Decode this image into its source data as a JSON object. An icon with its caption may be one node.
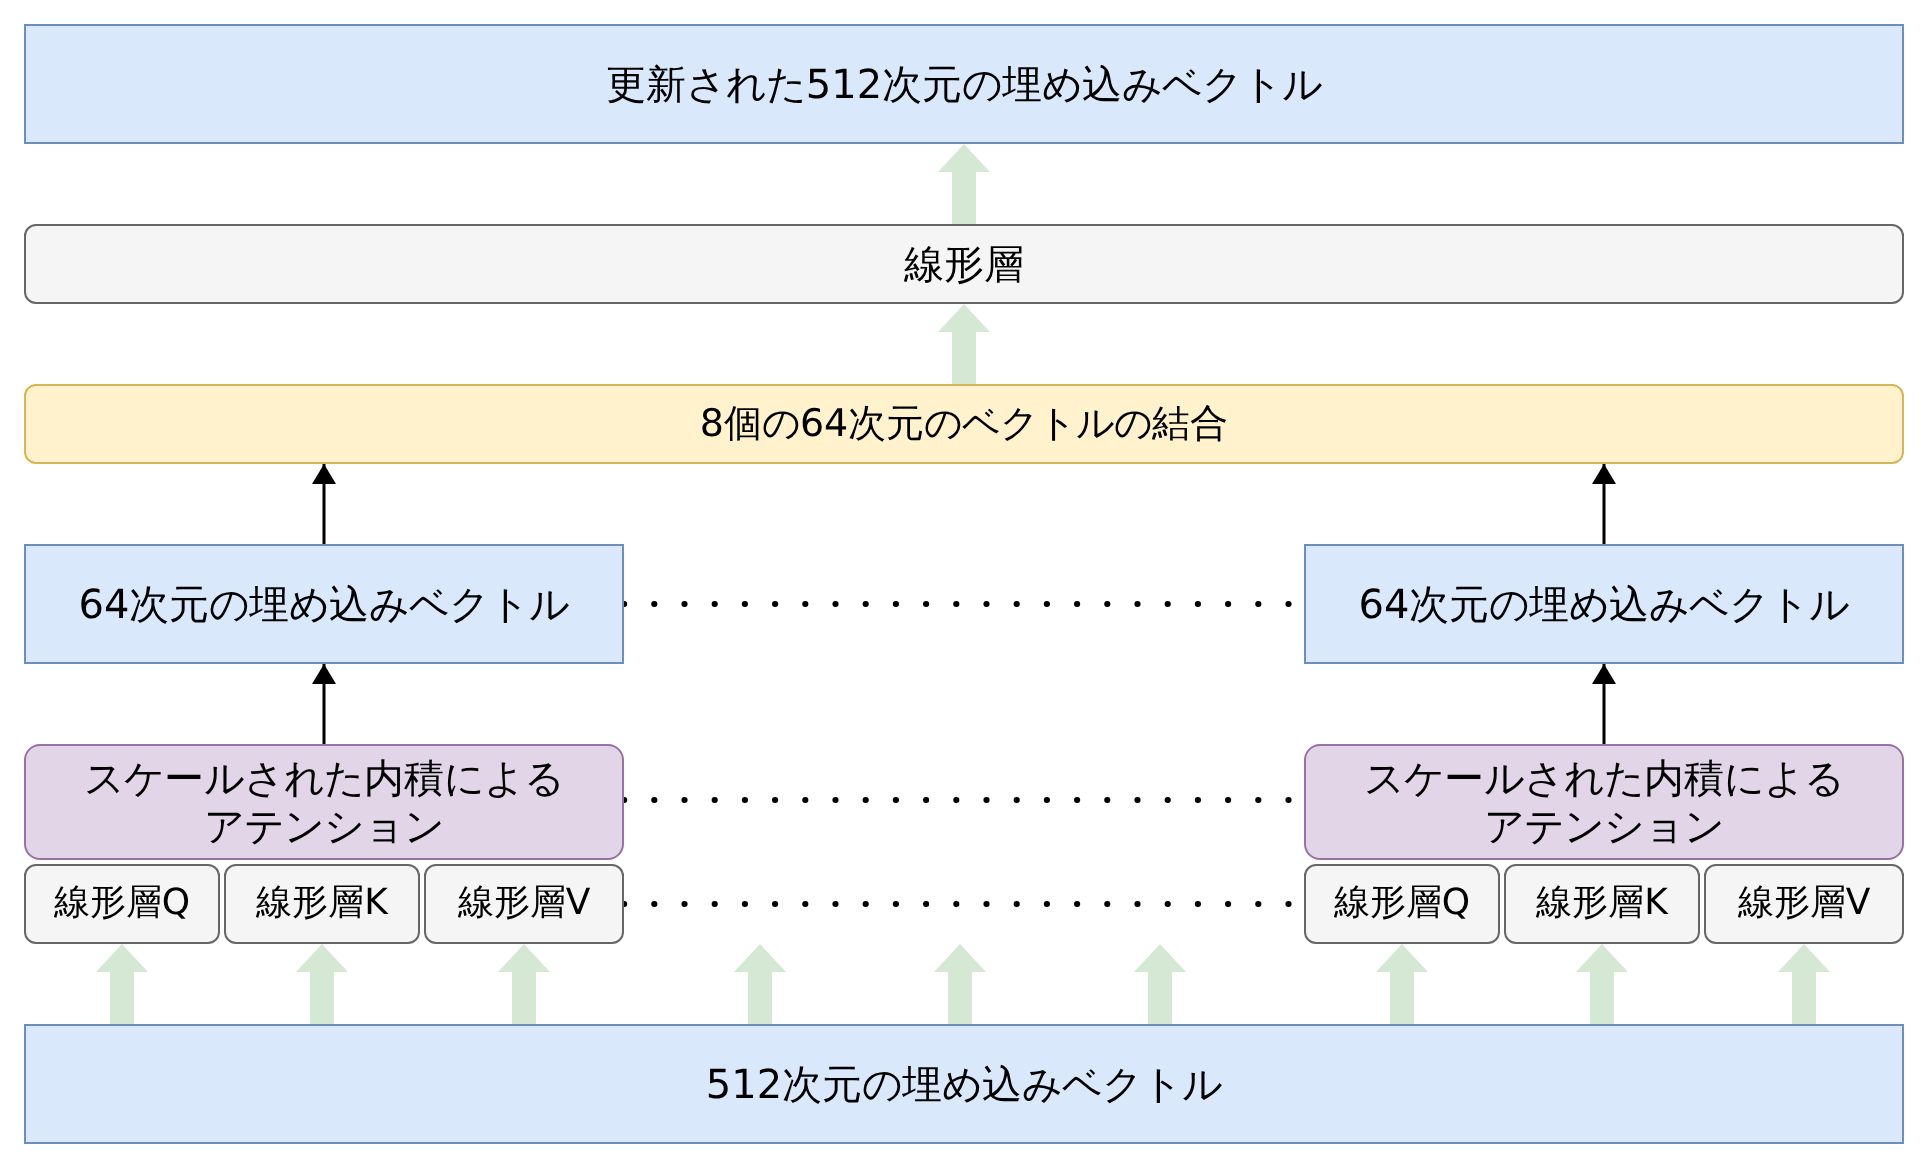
{
  "diagram": {
    "nodes": [
      {
        "text": [
          "更新された512次元の埋め込みベクトル"
        ]
      },
      {
        "text": [
          "線形層"
        ]
      },
      {
        "text": [
          "8個の64次元のベクトルの結合"
        ]
      },
      {
        "text": [
          "64次元の埋め込みベクトル"
        ]
      },
      {
        "text": [
          "64次元の埋め込みベクトル"
        ]
      },
      {
        "text": [
          "スケールされた内積によるアテンション"
        ]
      },
      {
        "text": [
          "スケールされた内積によるアテンション"
        ]
      },
      {
        "text": [
          "線形層Q"
        ]
      },
      {
        "text": [
          "線形層K"
        ]
      },
      {
        "text": [
          "線形層V"
        ]
      },
      {
        "text": [
          "線形層Q"
        ]
      },
      {
        "text": [
          "線形層K"
        ]
      },
      {
        "text": [
          "線形層V"
        ]
      },
      {
        "text": [
          "512次元の埋め込みベクトル"
        ]
      }
    ],
    "edges": [
      {
        "from": 13,
        "to": 7,
        "arrow": "to",
        "style": "thick",
        "color": "#d5e8d4"
      },
      {
        "from": 13,
        "to": 8,
        "arrow": "to",
        "style": "thick",
        "color": "#d5e8d4"
      },
      {
        "from": 13,
        "to": 9,
        "arrow": "to",
        "style": "thick",
        "color": "#d5e8d4"
      },
      {
        "from": 13,
        "to": null,
        "arrow": "to",
        "style": "thick",
        "color": "#d5e8d4"
      },
      {
        "from": 13,
        "to": null,
        "arrow": "to",
        "style": "thick",
        "color": "#d5e8d4"
      },
      {
        "from": 13,
        "to": null,
        "arrow": "to",
        "style": "thick",
        "color": "#d5e8d4"
      },
      {
        "from": 13,
        "to": 10,
        "arrow": "to",
        "style": "thick",
        "color": "#d5e8d4"
      },
      {
        "from": 13,
        "to": 11,
        "arrow": "to",
        "style": "thick",
        "color": "#d5e8d4"
      },
      {
        "from": 13,
        "to": 12,
        "arrow": "to",
        "style": "thick",
        "color": "#d5e8d4"
      },
      {
        "from": 9,
        "to": 10,
        "arrow": "none",
        "style": "dashed",
        "color": "#000000"
      },
      {
        "from": 5,
        "to": 6,
        "arrow": "none",
        "style": "dashed",
        "color": "#000000"
      },
      {
        "from": 5,
        "to": 3,
        "arrow": "to",
        "color": "#000000"
      },
      {
        "from": 6,
        "to": 4,
        "arrow": "to",
        "color": "#000000"
      },
      {
        "from": 3,
        "to": 4,
        "arrow": "none",
        "style": "dashed",
        "color": "#000000"
      },
      {
        "from": 3,
        "to": 2,
        "arrow": "to",
        "color": "#000000"
      },
      {
        "from": 4,
        "to": 2,
        "arrow": "to",
        "color": "#000000"
      },
      {
        "from": 2,
        "to": 1,
        "arrow": "to",
        "style": "thick",
        "color": "#d5e8d4"
      },
      {
        "from": 1,
        "to": 0,
        "arrow": "to",
        "style": "thick",
        "color": "#d5e8d4"
      }
    ]
  }
}
